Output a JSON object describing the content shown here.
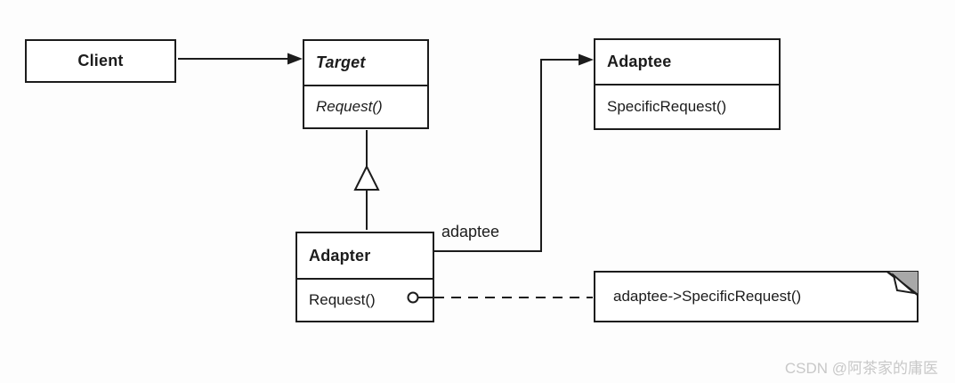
{
  "diagram": {
    "classes": {
      "client": {
        "name": "Client"
      },
      "target": {
        "name": "Target",
        "method": "Request()"
      },
      "adaptee": {
        "name": "Adaptee",
        "method": "SpecificRequest()"
      },
      "adapter": {
        "name": "Adapter",
        "method": "Request()"
      }
    },
    "edge_label": "adaptee",
    "note_text": "adaptee->SpecificRequest()",
    "watermark": "CSDN @阿茶家的庸医",
    "colors": {
      "line": "#1c1c1c",
      "background": "#fdfdfd",
      "note_fold": "#a8a8a8",
      "watermark": "#c8c8c8"
    }
  }
}
